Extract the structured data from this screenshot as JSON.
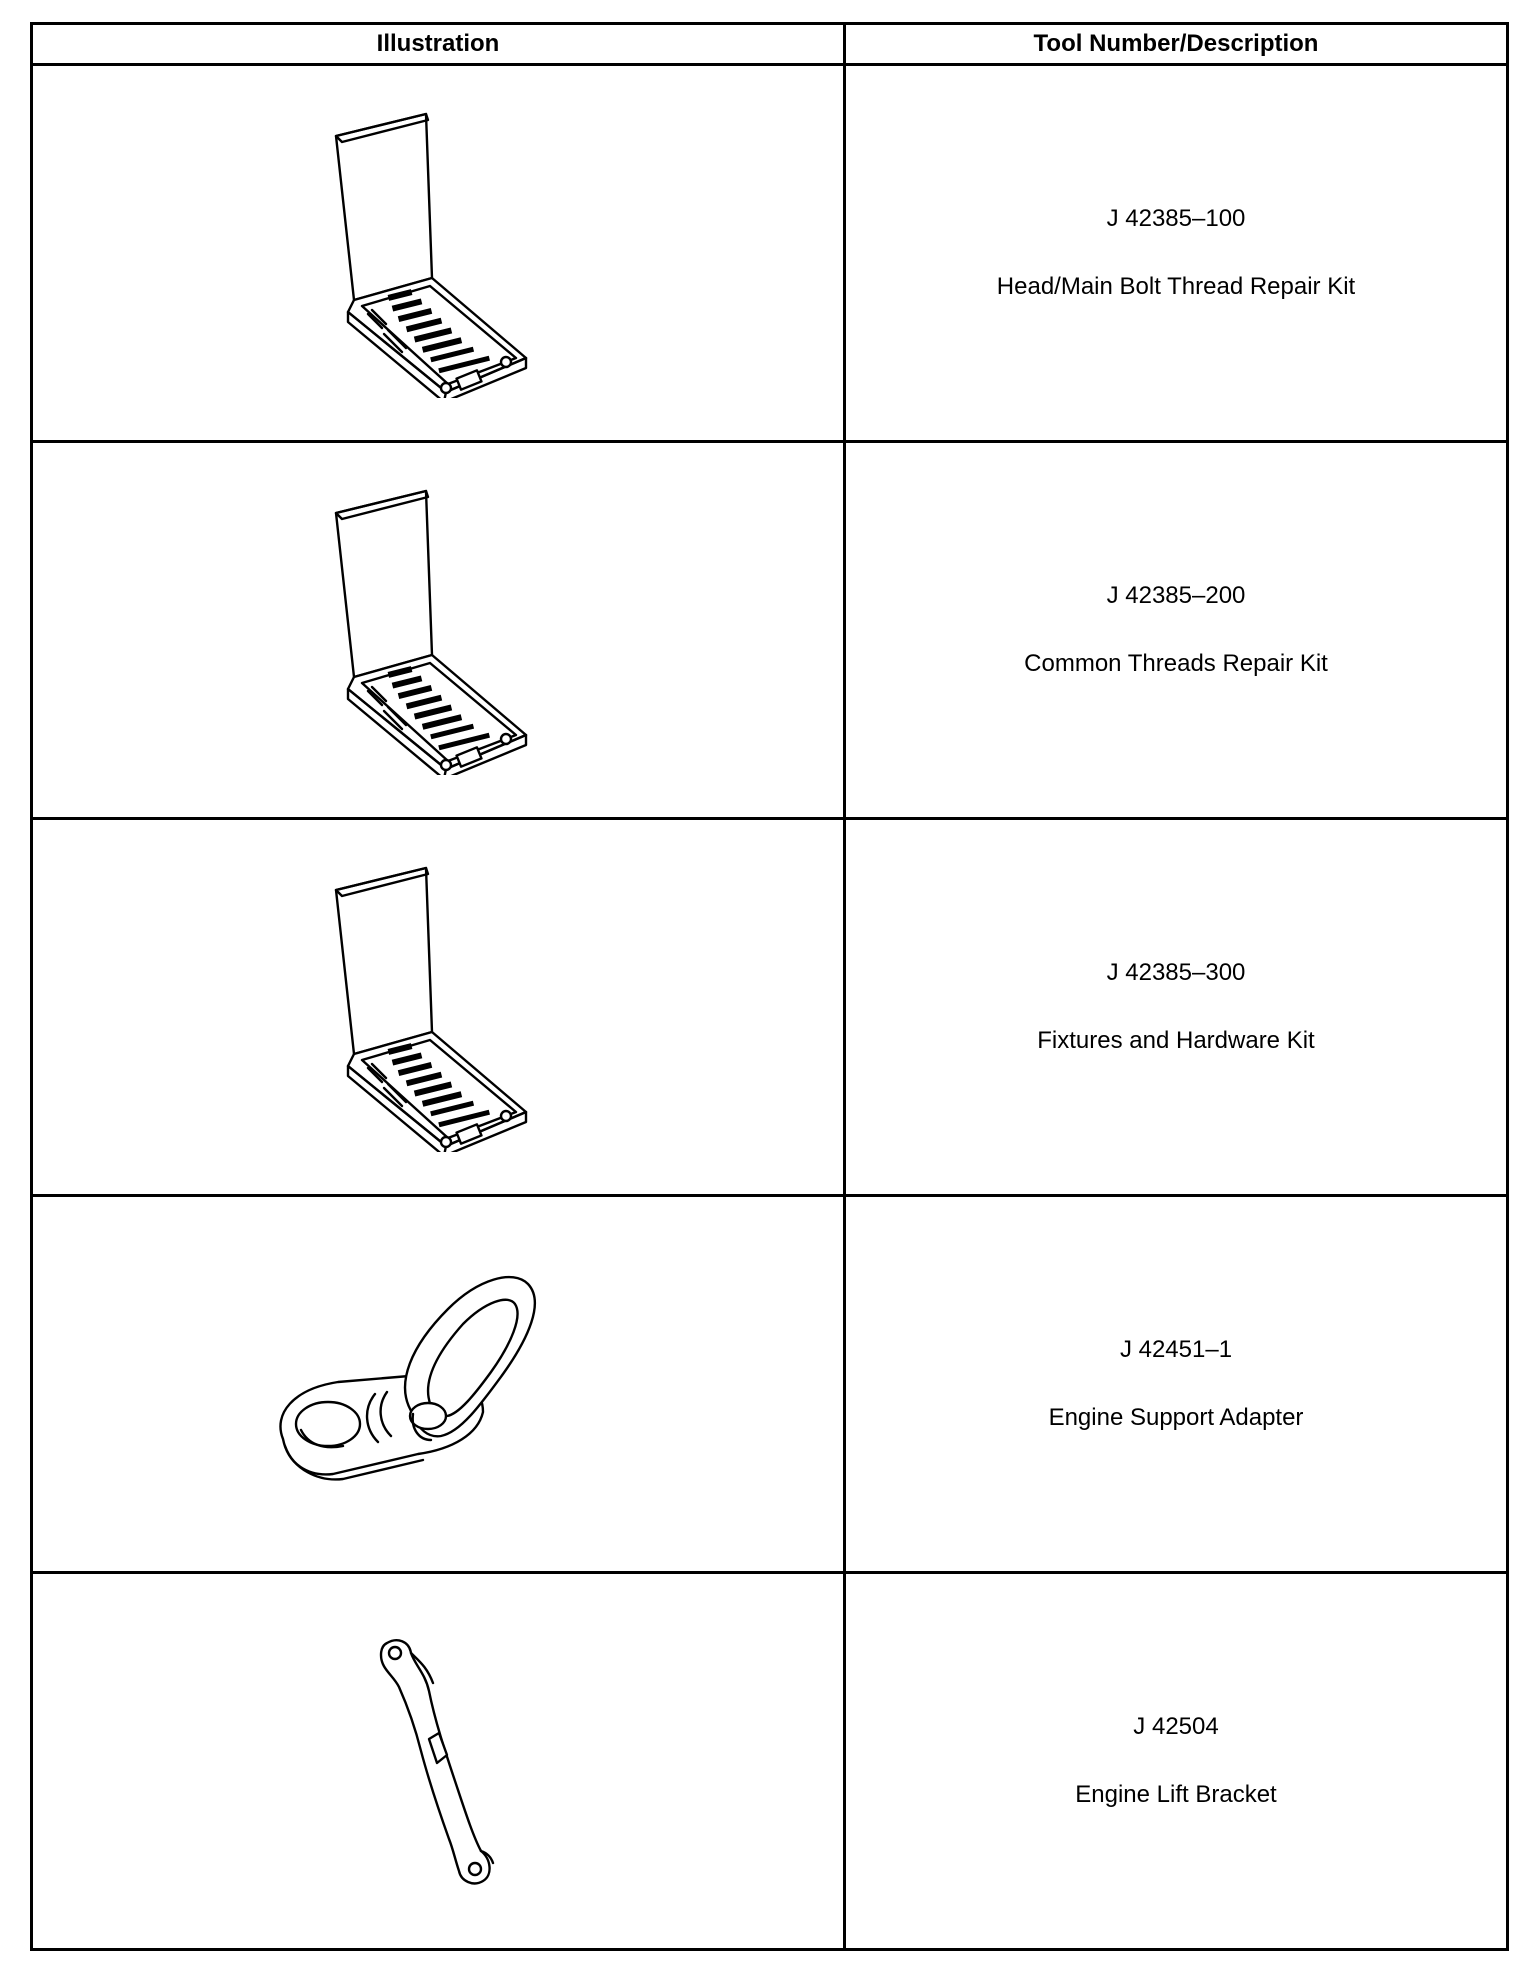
{
  "table": {
    "headers": {
      "illustration": "Illustration",
      "tool": "Tool Number/Description"
    },
    "rows": [
      {
        "number": "J 42385–100",
        "description": "Head/Main Bolt Thread Repair Kit",
        "icon": "thread-repair-kit-case-icon"
      },
      {
        "number": "J 42385–200",
        "description": "Common Threads Repair Kit",
        "icon": "thread-repair-kit-case-icon"
      },
      {
        "number": "J 42385–300",
        "description": "Fixtures and Hardware Kit",
        "icon": "hardware-kit-case-icon"
      },
      {
        "number": "J 42451–1",
        "description": "Engine Support Adapter",
        "icon": "engine-support-adapter-icon"
      },
      {
        "number": "J 42504",
        "description": "Engine Lift Bracket",
        "icon": "engine-lift-bracket-icon"
      }
    ]
  }
}
